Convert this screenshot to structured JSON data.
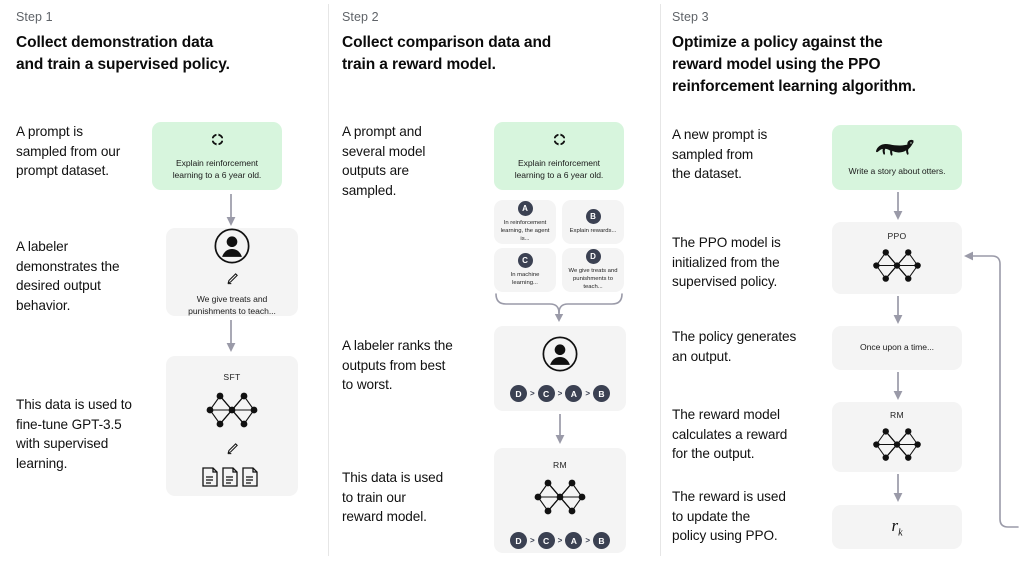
{
  "steps": [
    {
      "label": "Step 1",
      "title": "Collect demonstration data\nand train a supervised policy.",
      "texts": [
        "A prompt is\nsampled from our\nprompt dataset.",
        "A labeler\ndemonstrates the\ndesired output\nbehavior.",
        "This data is used to\nfine-tune GPT-3.5\nwith supervised\nlearning."
      ],
      "prompt_card": {
        "icon": "circular-arrows-icon",
        "caption": "Explain reinforcement\nlearning to a 6 year old."
      },
      "labeler_card": {
        "icon": "person-circle-icon",
        "pencil": "pencil-icon",
        "caption": "We give treats and\npunishments to teach..."
      },
      "model_card": {
        "title": "SFT",
        "icon": "neural-network-icon",
        "pencil": "pencil-icon",
        "docs": "document-icon"
      }
    },
    {
      "label": "Step 2",
      "title": "Collect comparison data and\ntrain a reward model.",
      "texts": [
        "A prompt and\nseveral model\noutputs are\nsampled.",
        "A labeler ranks the\noutputs from best\nto worst.",
        "This data is used\nto train our\nreward model."
      ],
      "prompt_card": {
        "icon": "circular-arrows-icon",
        "caption": "Explain reinforcement\nlearning to a 6 year old."
      },
      "outputs": [
        {
          "badge": "A",
          "caption": "In reinforcement\nlearning, the\nagent is..."
        },
        {
          "badge": "B",
          "caption": "Explain rewards..."
        },
        {
          "badge": "C",
          "caption": "In machine\nlearning..."
        },
        {
          "badge": "D",
          "caption": "We give treats and\npunishments to\nteach..."
        }
      ],
      "labeler_card": {
        "icon": "person-circle-icon",
        "ranking": [
          "D",
          "C",
          "A",
          "B"
        ]
      },
      "model_card": {
        "title": "RM",
        "icon": "neural-network-icon",
        "ranking": [
          "D",
          "C",
          "A",
          "B"
        ]
      }
    },
    {
      "label": "Step 3",
      "title": "Optimize a policy against the\nreward model using the PPO\nreinforcement learning algorithm.",
      "texts": [
        "A new prompt is\nsampled from\nthe dataset.",
        "The PPO model is\ninitialized from the\nsupervised policy.",
        "The policy generates\nan output.",
        "The reward model\ncalculates a reward\nfor the output.",
        "The reward is used\nto update the\npolicy using PPO."
      ],
      "prompt_card": {
        "icon": "otter-icon",
        "caption": "Write a story\nabout otters."
      },
      "ppo_card": {
        "title": "PPO",
        "icon": "neural-network-icon"
      },
      "output_card": {
        "caption": "Once upon a time..."
      },
      "rm_card": {
        "title": "RM",
        "icon": "neural-network-icon"
      },
      "reward_card": {
        "symbol": "r",
        "subscript": "k"
      }
    }
  ],
  "colors": {
    "green_card": "#d7f5dd",
    "gray_card": "#f4f4f4",
    "badge": "#3b4152",
    "arrow": "#9a9aa8",
    "divider": "#e6e6e6"
  }
}
